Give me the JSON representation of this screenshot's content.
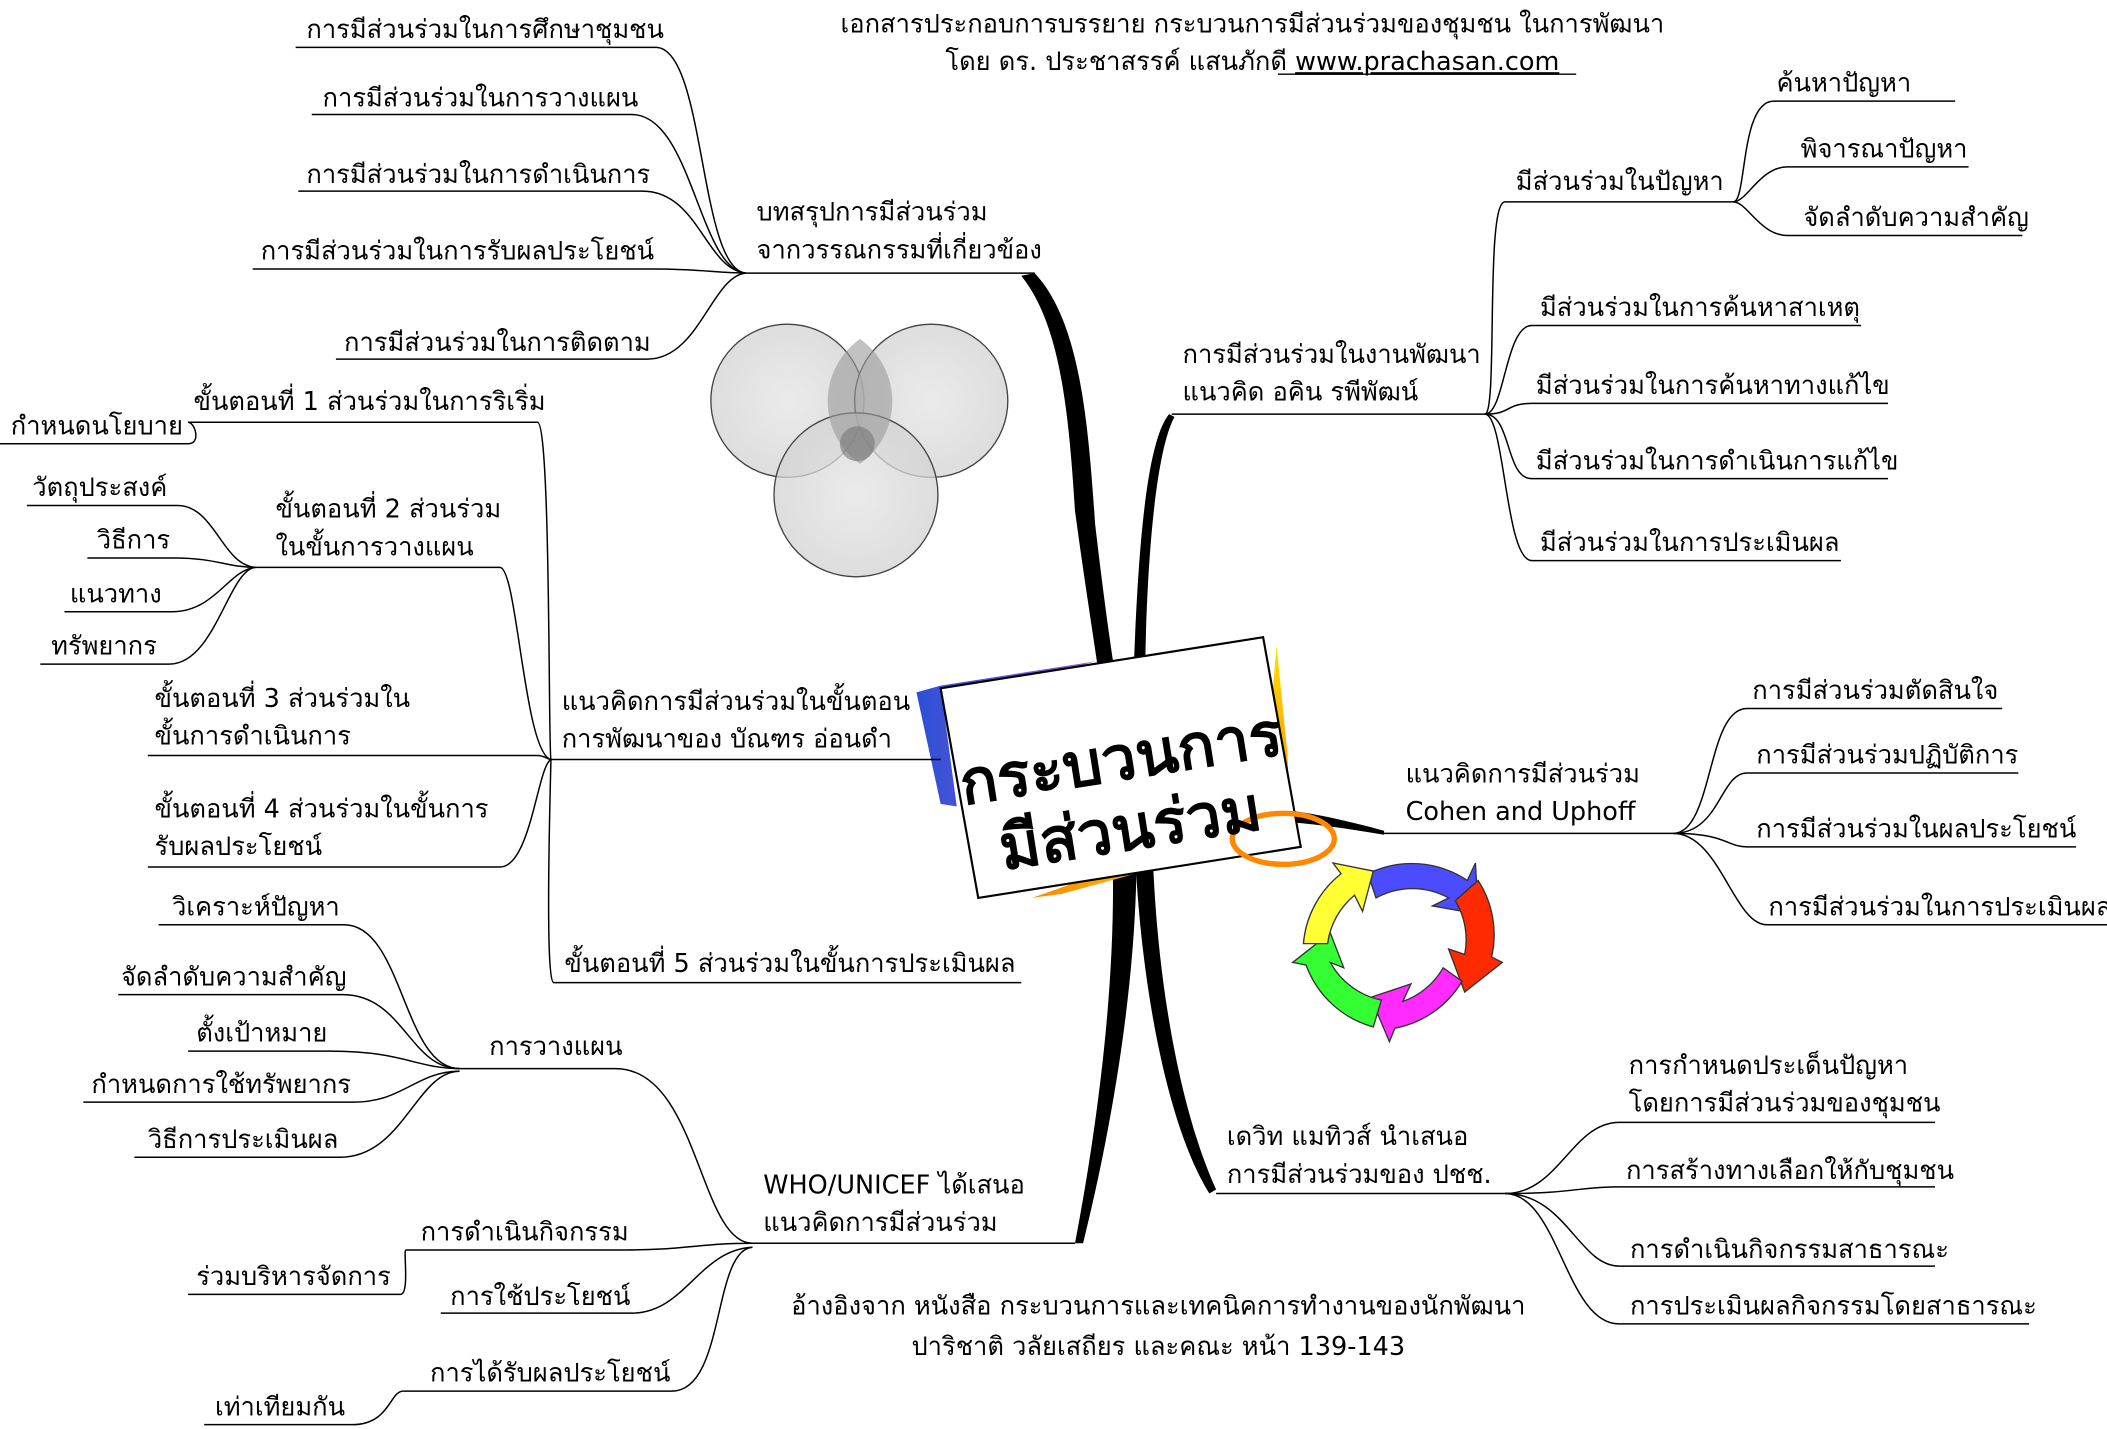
{
  "header": {
    "line1": "เอกสารประกอบการบรรยาย กระบวนการมีส่วนร่วมของชุมชน ในการพัฒนา",
    "line2_prefix": "โดย ดร. ประชาสรรค์ แสนภักดี ",
    "url": "www.prachasan.com"
  },
  "center": {
    "line1": "กระบวนการ",
    "line2": "มีส่วนร่วม"
  },
  "footer": {
    "line1": "อ้างอิงจาก หนังสือ กระบวนการและเทคนิคการทำงานของนักพัฒนา",
    "line2": "ปาริชาติ วลัยเสถียร และคณะ หน้า 139-143"
  },
  "summary_branch": {
    "title1": "บทสรุปการมีส่วนร่วม",
    "title2": "จากวรรณกรรมที่เกี่ยวข้อง",
    "items": [
      "การมีส่วนร่วมในการศึกษาชุมชน",
      "การมีส่วนร่วมในการวางแผน",
      "การมีส่วนร่วมในการดำเนินการ",
      "การมีส่วนร่วมในการรับผลประโยชน์",
      "การมีส่วนร่วมในการติดตาม"
    ]
  },
  "buntoon_branch": {
    "title1": "แนวคิดการมีส่วนร่วมในขั้นตอน",
    "title2": "การพัฒนาของ บัณฑร อ่อนดำ",
    "step1": "ขั้นตอนที่ 1 ส่วนร่วมในการริเริ่ม",
    "step1_sub": "กำหนดนโยบาย",
    "step2_1": "ขั้นตอนที่ 2 ส่วนร่วม",
    "step2_2": "ในขั้นการวางแผน",
    "step2_subs": [
      "วัตถุประสงค์",
      "วิธีการ",
      "แนวทาง",
      "ทรัพยากร"
    ],
    "step3_1": "ขั้นตอนที่ 3 ส่วนร่วมใน",
    "step3_2": "ขั้นการดำเนินการ",
    "step4_1": "ขั้นตอนที่ 4 ส่วนร่วมในขั้นการ",
    "step4_2": "รับผลประโยชน์",
    "step5": "ขั้นตอนที่ 5 ส่วนร่วมในขั้นการประเมินผล"
  },
  "who_branch": {
    "title1": "WHO/UNICEF ได้เสนอ",
    "title2": "แนวคิดการมีส่วนร่วม",
    "planning": "การวางแผน",
    "planning_subs": [
      "วิเคราะห์ปัญหา",
      "จัดลำดับความสำคัญ",
      "ตั้งเป้าหมาย",
      "กำหนดการใช้ทรัพยากร",
      "วิธีการประเมินผล"
    ],
    "operation": "การดำเนินกิจกรรม",
    "operation_sub": "ร่วมบริหารจัดการ",
    "use": "การใช้ประโยชน์",
    "benefit": "การได้รับผลประโยชน์",
    "benefit_sub": "เท่าเทียมกัน"
  },
  "akin_branch": {
    "title1": "การมีส่วนร่วมในงานพัฒนา",
    "title2": "แนวคิด อคิน รพีพัฒน์",
    "problem": "มีส่วนร่วมในปัญหา",
    "problem_subs": [
      "ค้นหาปัญหา",
      "พิจารณาปัญหา",
      "จัดลำดับความสำคัญ"
    ],
    "items": [
      "มีส่วนร่วมในการค้นหาสาเหตุ",
      "มีส่วนร่วมในการค้นหาทางแก้ไข",
      "มีส่วนร่วมในการดำเนินการแก้ไข",
      "มีส่วนร่วมในการประเมินผล"
    ]
  },
  "cohen_branch": {
    "title1": "แนวคิดการมีส่วนร่วม",
    "title2": "Cohen and Uphoff",
    "items": [
      "การมีส่วนร่วมตัดสินใจ",
      "การมีส่วนร่วมปฏิบัติการ",
      "การมีส่วนร่วมในผลประโยชน์",
      "การมีส่วนร่วมในการประเมินผล"
    ]
  },
  "mathews_branch": {
    "title1": "เดวิท แมทิวส์ นำเสนอ",
    "title2": "การมีส่วนร่วมของ ปชช.",
    "item1_1": "การกำหนดประเด็นปัญหา",
    "item1_2": "โดยการมีส่วนร่วมของชุมชน",
    "items": [
      "การสร้างทางเลือกให้กับชุมชน",
      "การดำเนินกิจกรรมสาธารณะ",
      "การประเมินผลกิจกรรมโดยสาธารณะ"
    ]
  },
  "icons": {
    "venn": "three-circle-venn-icon",
    "cycle": "cycle-arrows-icon"
  },
  "colors": {
    "cycle": [
      "#4b4bff",
      "#ff2a00",
      "#ff2bff",
      "#33ff33",
      "#ffff33"
    ],
    "accent_orange": "#ff8800",
    "accent_blue": "#3355dd"
  }
}
